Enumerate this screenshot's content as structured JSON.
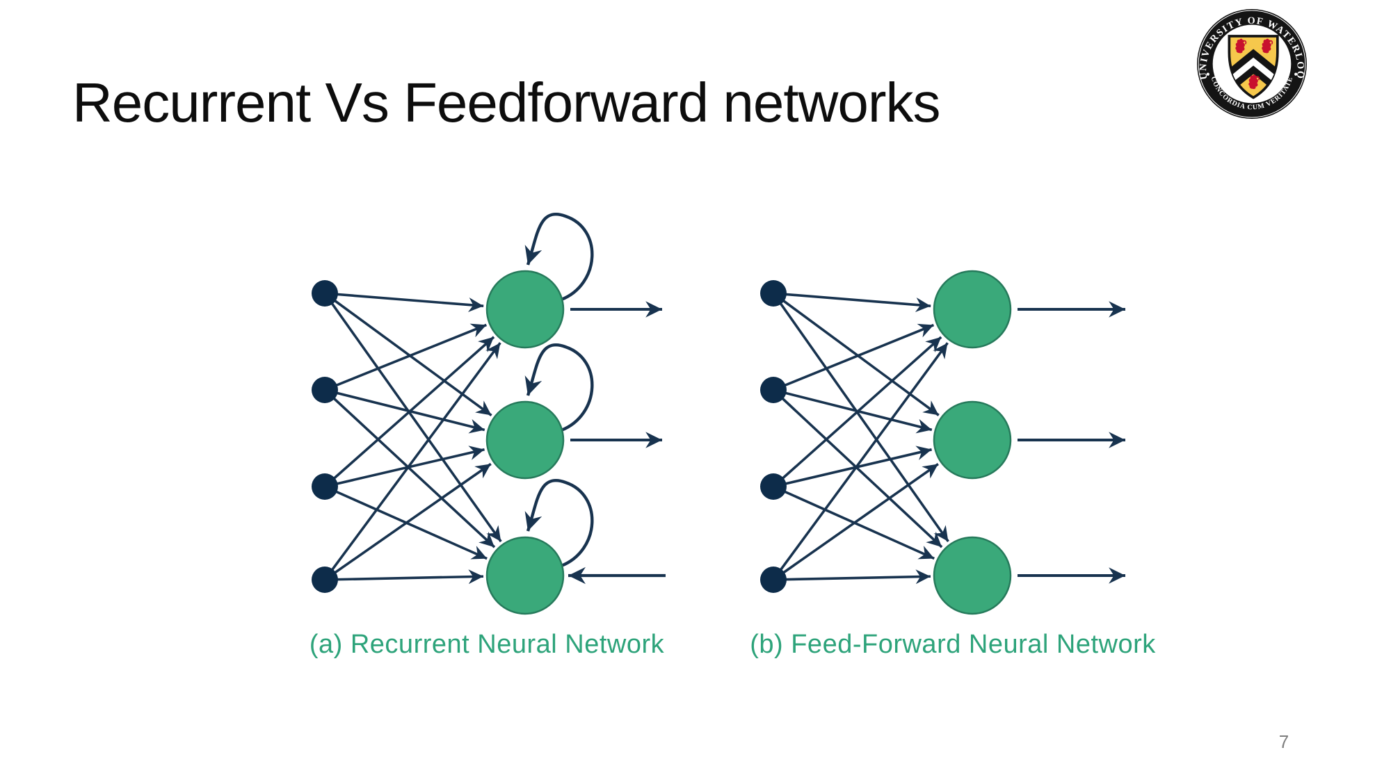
{
  "slide": {
    "title": "Recurrent Vs Feedforward networks",
    "page_number": "7"
  },
  "logo": {
    "ring_text_top": "UNIVERSITY OF WATERLOO",
    "ring_text_bottom": "CONCORDIA CUM VERITATE",
    "colors": {
      "ring_black": "#141414",
      "shield_gold": "#f6c84c",
      "lion_red": "#c8102e"
    }
  },
  "figure": {
    "colors": {
      "node_fill": "#3aa97a",
      "node_stroke": "#267a5b",
      "ink": "#18334f",
      "dot_fill": "#0d2c4a",
      "caption_green": "#2da37a"
    },
    "diagrams": [
      {
        "key": "a",
        "caption": "(a) Recurrent Neural Network",
        "input_count": 4,
        "unit_count": 3,
        "self_loops": true,
        "recurrent_feedback": true
      },
      {
        "key": "b",
        "caption": "(b) Feed-Forward Neural Network",
        "input_count": 4,
        "unit_count": 3,
        "self_loops": false,
        "recurrent_feedback": false
      }
    ]
  }
}
